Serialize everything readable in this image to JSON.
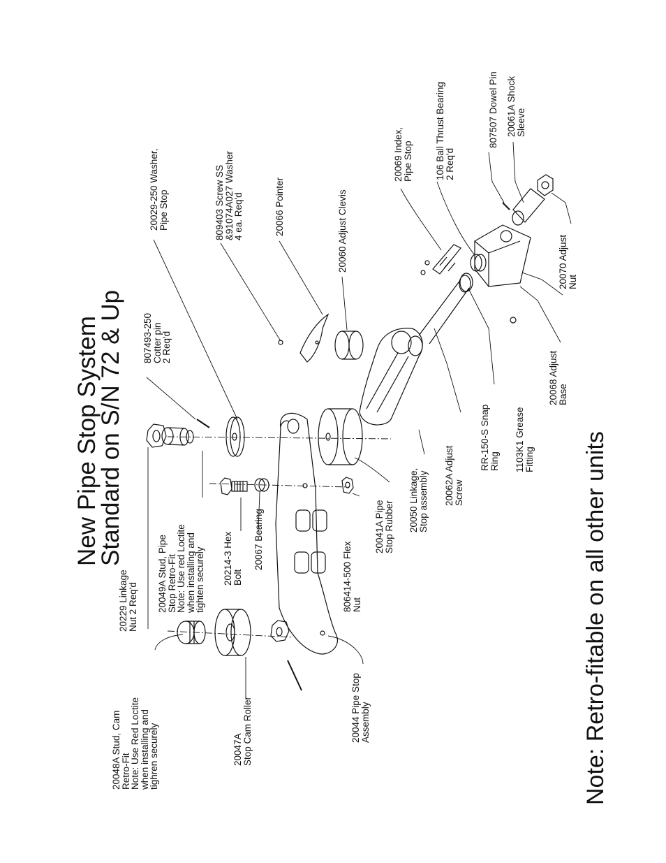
{
  "title": {
    "line1": "New Pipe Stop System",
    "line2": "Standard on S/N 72 & Up"
  },
  "note": "Note: Retro-fitable on all other units",
  "parts": [
    {
      "id": "stud-cam",
      "lines": [
        "20048A Stud, Cam",
        "Retro-Fit",
        "Note: Use Red Loctite",
        "when installing and",
        "tighren securely"
      ]
    },
    {
      "id": "stop-cam-roller",
      "lines": [
        "20047A",
        "Stop Cam Roller"
      ]
    },
    {
      "id": "pipe-stop-assembly",
      "lines": [
        "20044 Pipe Stop",
        "Assembly"
      ]
    },
    {
      "id": "linkage-nut",
      "lines": [
        "20229 Linkage",
        "Nut 2 Req'd"
      ]
    },
    {
      "id": "stud-pipe",
      "lines": [
        "20049A Stud, Pipe",
        "Stop Retro-Fit",
        "Note: Use red Loctite",
        "when installing and",
        "tighten securely"
      ]
    },
    {
      "id": "hex-bolt",
      "lines": [
        "20214-3 Hex",
        "Bolt"
      ]
    },
    {
      "id": "bearing",
      "lines": [
        "20067 Bearing"
      ]
    },
    {
      "id": "flex-nut",
      "lines": [
        "806414-500 Flex",
        "Nut"
      ]
    },
    {
      "id": "pipe-stop-rubber",
      "lines": [
        "20041A Pipe",
        "Stop Rubber"
      ]
    },
    {
      "id": "linkage-stop",
      "lines": [
        "20050 Linkage,",
        "Stop assembly"
      ]
    },
    {
      "id": "adjust-screw",
      "lines": [
        "20062A Adjust",
        "Screw"
      ]
    },
    {
      "id": "snap-ring",
      "lines": [
        "RR-150-S Snap",
        "Ring"
      ]
    },
    {
      "id": "grease-fitting",
      "lines": [
        "1103K1 Grease",
        "Fitting"
      ]
    },
    {
      "id": "adjust-base",
      "lines": [
        "20068 Adjust",
        "Base"
      ]
    },
    {
      "id": "adjust-nut",
      "lines": [
        "20070 Adjust",
        "Nut"
      ]
    },
    {
      "id": "cotter-pin",
      "lines": [
        "807493-250",
        "Cotter pin",
        "2 Req'd"
      ]
    },
    {
      "id": "washer-pipe-stop",
      "lines": [
        "20029-250 Washer,",
        "Pipe Stop"
      ]
    },
    {
      "id": "screw-washer",
      "lines": [
        "809403 Screw SS",
        "&91074A027 Washer",
        "4 ea. Req'd"
      ]
    },
    {
      "id": "pointer",
      "lines": [
        "20066 Pointer"
      ]
    },
    {
      "id": "adjust-clevis",
      "lines": [
        "20060 Adjust Clevis"
      ]
    },
    {
      "id": "index",
      "lines": [
        "20069 Index,",
        "Pipe Stop"
      ]
    },
    {
      "id": "ball-thrust-bearing",
      "lines": [
        "106 Ball Thrust Bearing",
        "2 Req'd"
      ]
    },
    {
      "id": "dowel-pin",
      "lines": [
        "807507 Dowel Pin"
      ]
    },
    {
      "id": "shock-sleeve",
      "lines": [
        "20061A Shock",
        "Sleeve"
      ]
    }
  ]
}
